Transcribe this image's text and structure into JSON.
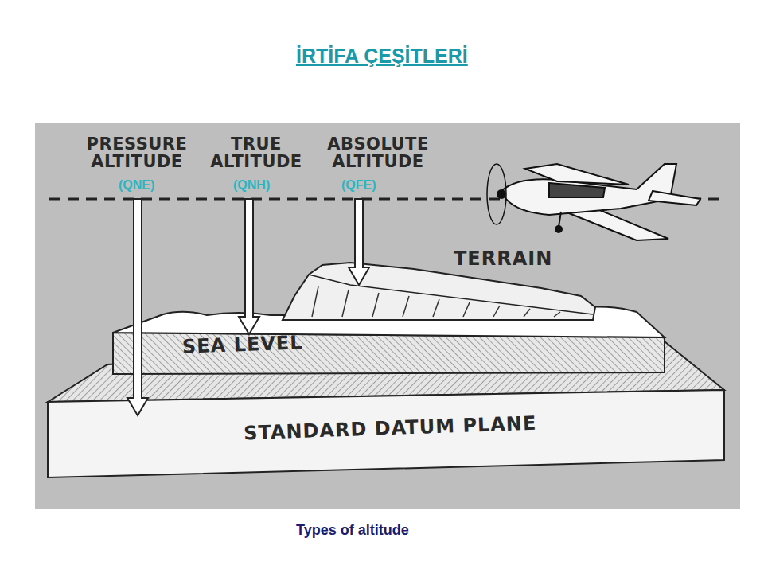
{
  "diagram": {
    "title": "İRTİFA ÇEŞİTLERİ",
    "caption": "Types of altitude",
    "labels": [
      "PRESSURE ALTITUDE",
      "TRUE ALTITUDE",
      "ABSOLUTE ALTITUDE",
      "(QNE)",
      "(QNH)",
      "(QFE)",
      "TERRAIN",
      "SEA LEVEL",
      "STANDARD DATUM PLANE"
    ]
  }
}
